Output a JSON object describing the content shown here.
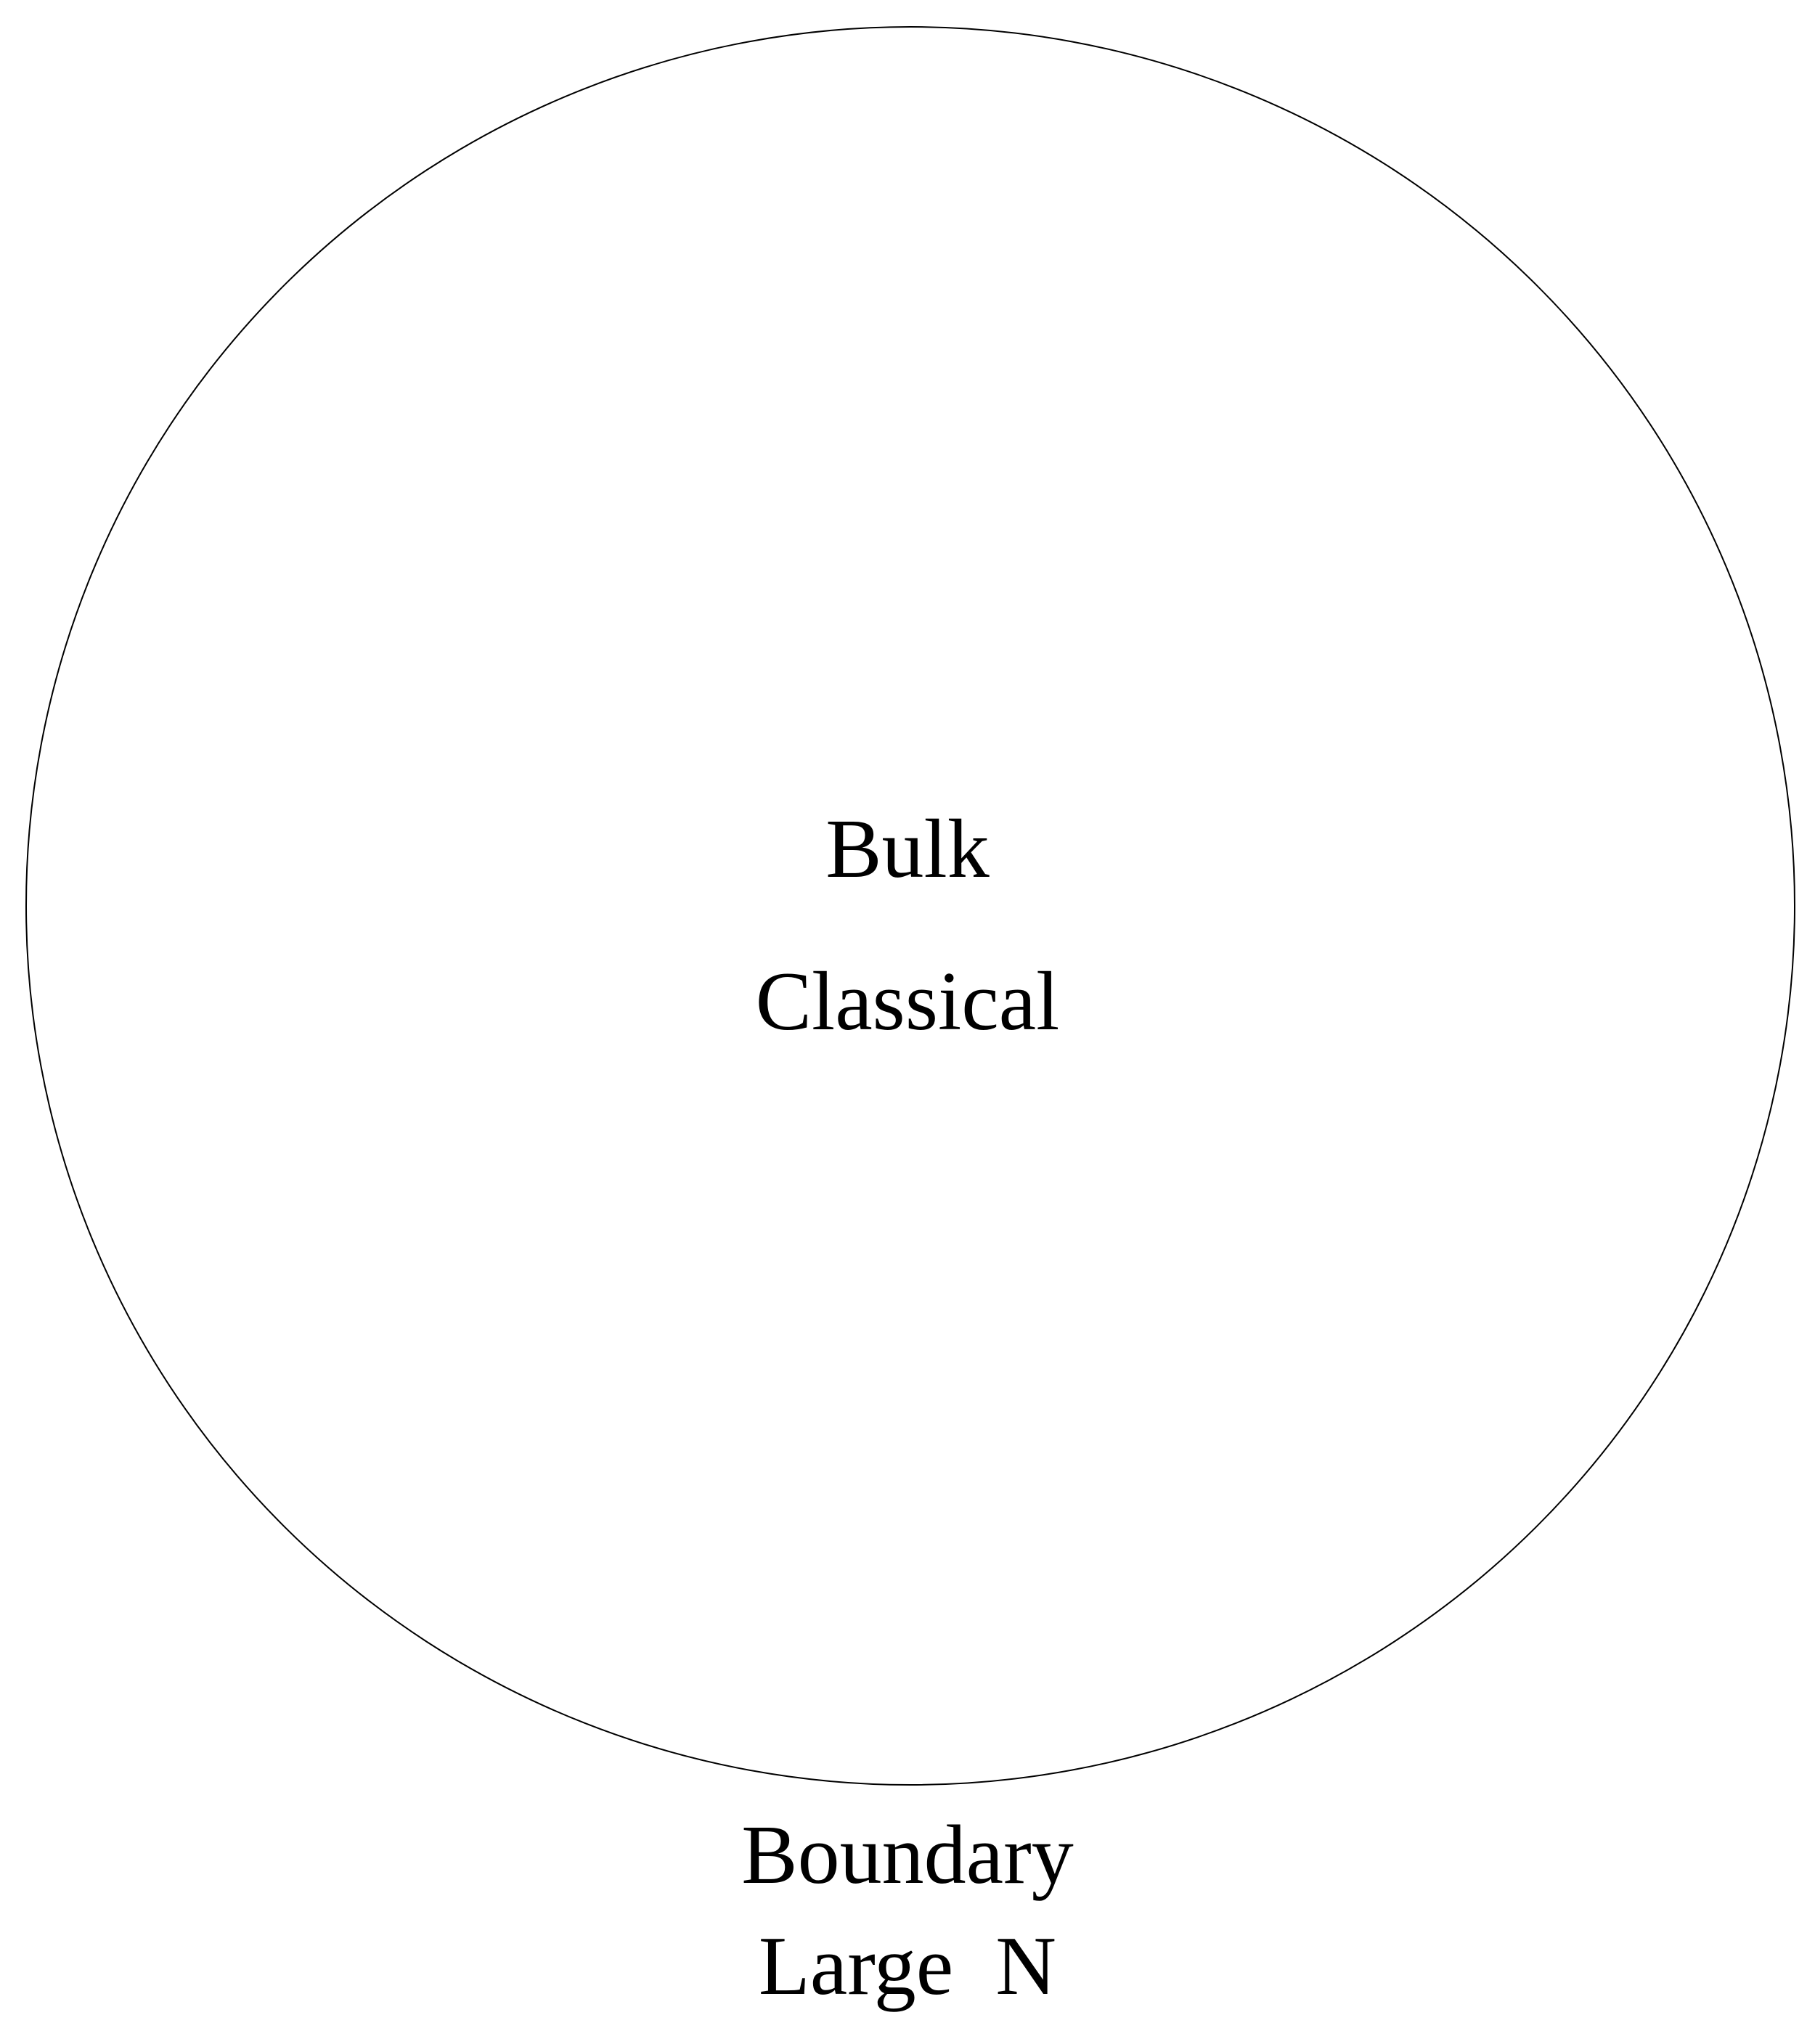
{
  "bulk": {
    "title": "Bulk",
    "subtitle": "Classical"
  },
  "boundary": {
    "title": "Boundary",
    "subtitle": "Large  N"
  },
  "colors": {
    "stroke": "#000000",
    "background": "#ffffff",
    "text": "#000000"
  }
}
